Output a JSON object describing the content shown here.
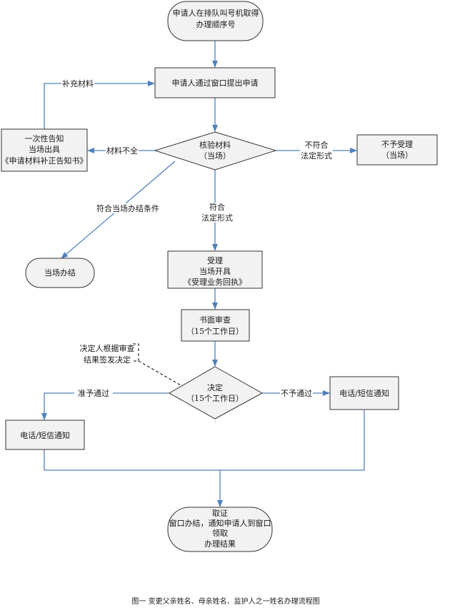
{
  "nodes": {
    "start": [
      "申请人在排队叫号机取得",
      "办理顺序号"
    ],
    "apply": [
      "申请人通过窗口提出申请"
    ],
    "verify": [
      "核验材料",
      "（当场）"
    ],
    "notify_once": [
      "一次性告知",
      "当场出具",
      "《申请材料补正告知书》"
    ],
    "reject": [
      "不予受理",
      "（当场）"
    ],
    "done_onsite": [
      "当场办结"
    ],
    "accept": [
      "受理",
      "当场开具",
      "《受理业务回执》"
    ],
    "review": [
      "书面审查",
      "（15个工作日）"
    ],
    "decide": [
      "决定",
      "（15个工作日）"
    ],
    "notify_left": [
      "电话/短信通知"
    ],
    "notify_right": [
      "电话/短信通知"
    ],
    "collect": [
      "取证",
      "窗口办结，通知申请人到窗口",
      "领取",
      "办理结果"
    ],
    "annotation": [
      "决定人根据审查",
      "结果签发决定"
    ]
  },
  "edge_labels": {
    "supplement": "补充材料",
    "incomplete": "材料不全",
    "not_conform": [
      "不符合",
      "法定形式"
    ],
    "conform": [
      "符合",
      "法定形式"
    ],
    "onsite_condition": "符合当场办结条件",
    "approve": "准予通过",
    "deny": "不予通过"
  },
  "caption": "图一   变更父亲姓名、母亲姓名、监护人之一姓名办理流程图",
  "colors": {
    "line": "#4f81bd",
    "box_fill": "#f2f2f2",
    "box_stroke": "#333333"
  }
}
